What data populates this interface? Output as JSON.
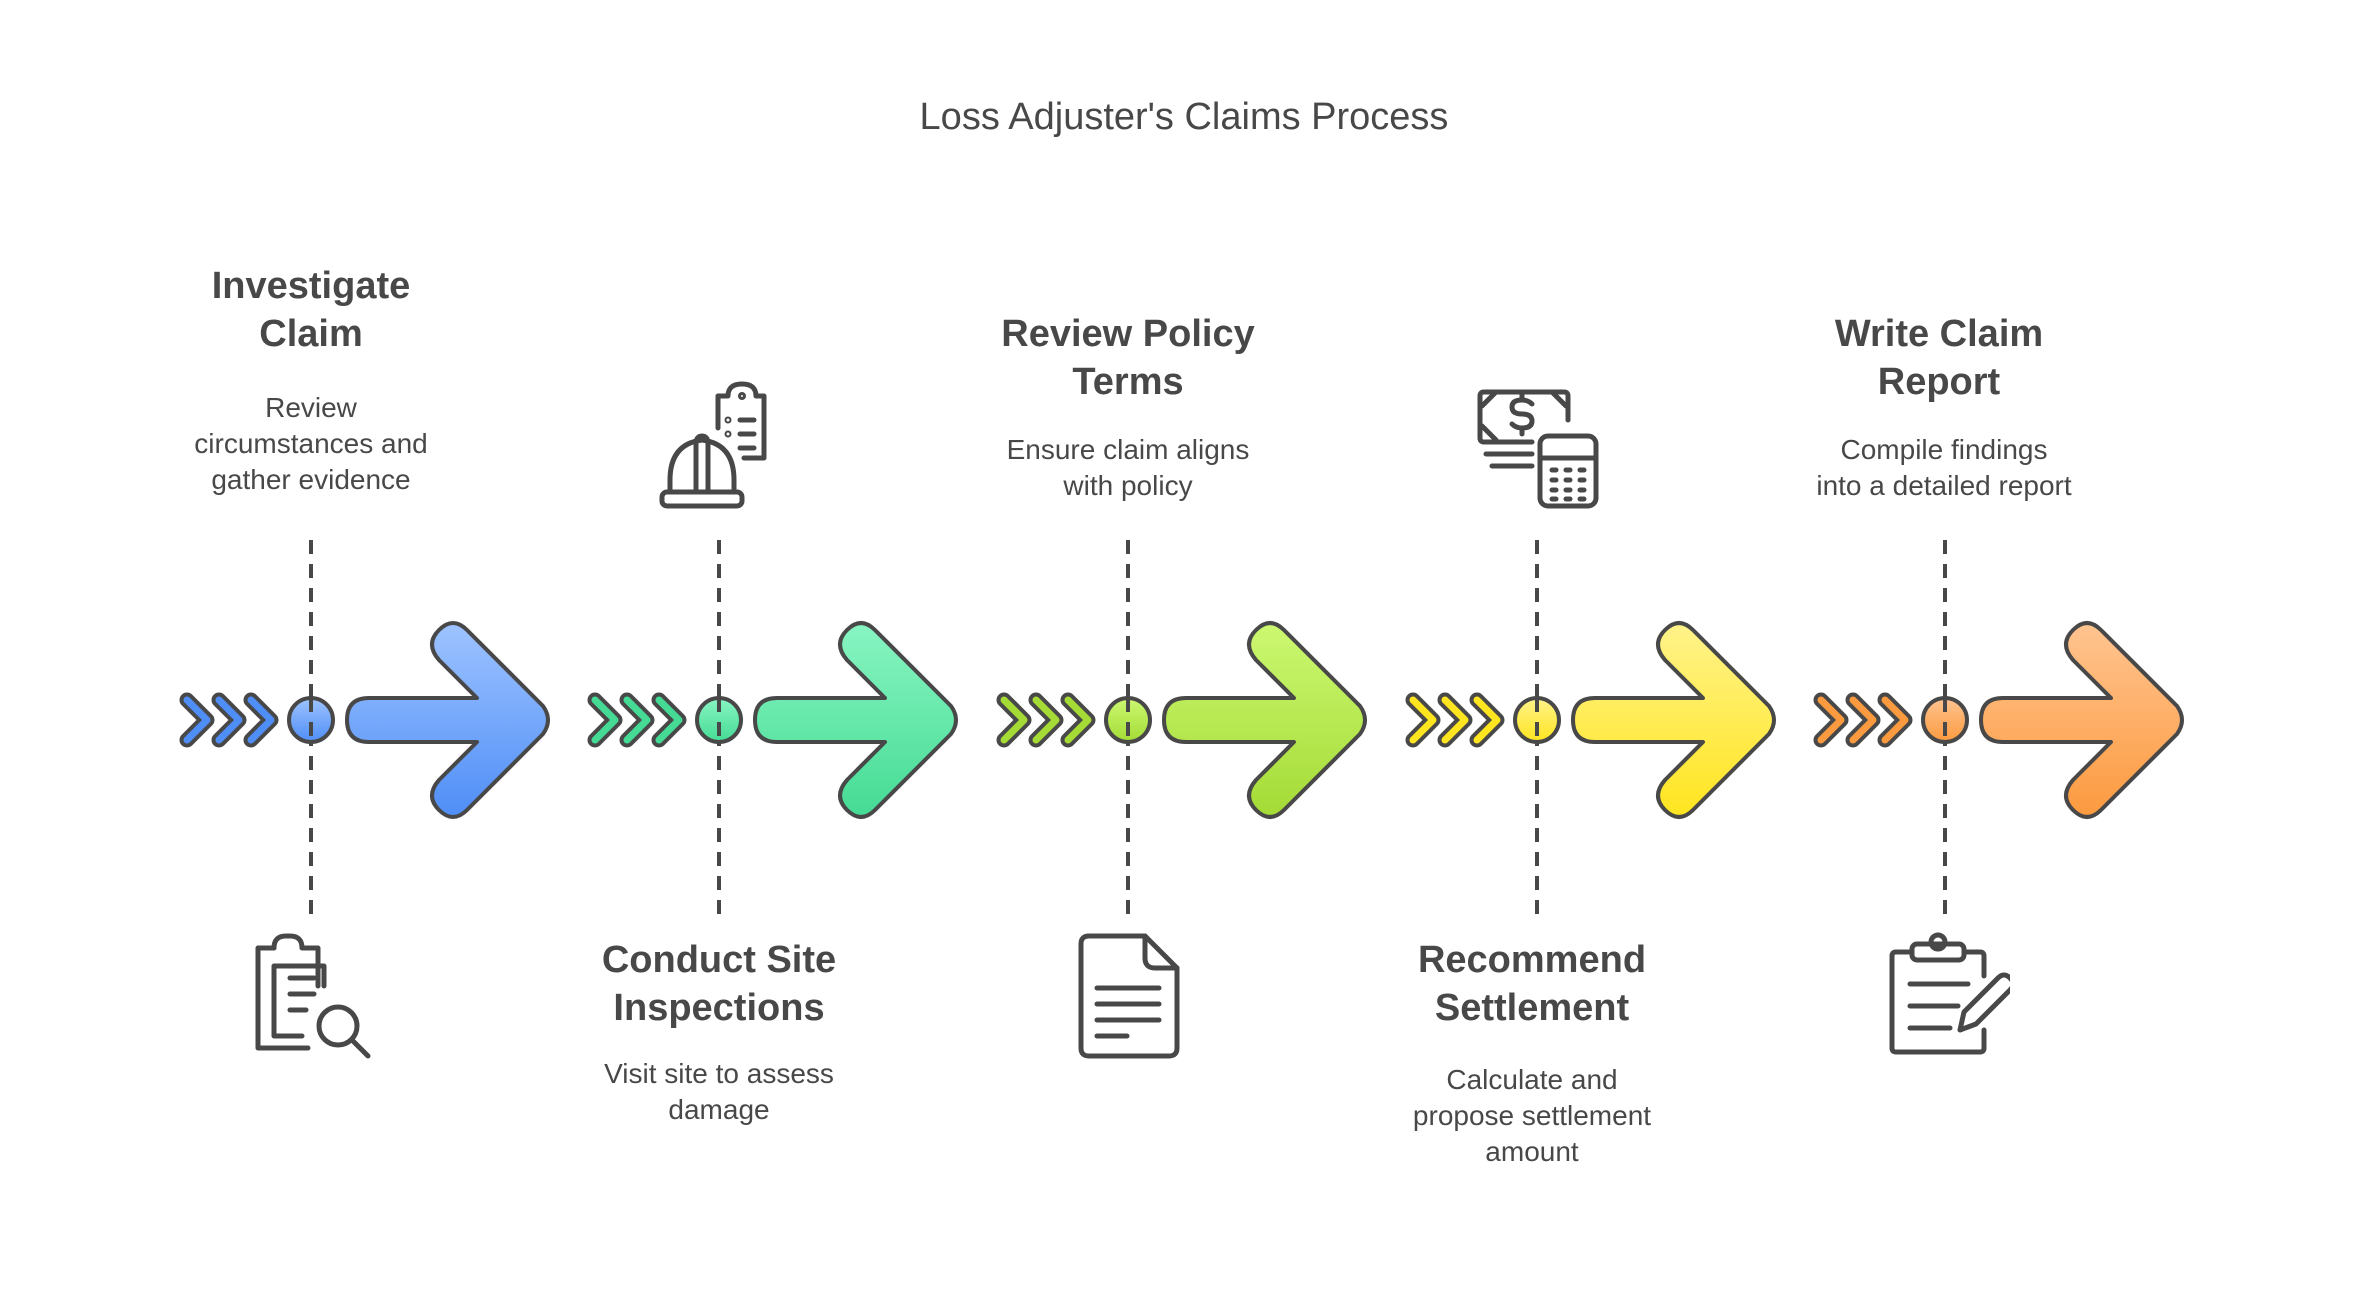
{
  "title": "Loss Adjuster's Claims Process",
  "steps": [
    {
      "heading_line1": "Investigate",
      "heading_line2": "Claim",
      "desc_lines": [
        "Review",
        "circumstances and",
        "gather evidence"
      ],
      "text_position": "top",
      "icon": "clipboard-search-icon",
      "color_light": "#9EC3FF",
      "color_dark": "#4F8EF7"
    },
    {
      "heading_line1": "Conduct Site",
      "heading_line2": "Inspections",
      "desc_lines": [
        "Visit site to assess",
        "damage"
      ],
      "text_position": "bottom",
      "icon": "hardhat-clipboard-icon",
      "color_light": "#88F5C2",
      "color_dark": "#45DB94"
    },
    {
      "heading_line1": "Review Policy",
      "heading_line2": "Terms",
      "desc_lines": [
        "Ensure claim aligns",
        "with policy"
      ],
      "text_position": "top",
      "icon": "document-icon",
      "color_light": "#CCF871",
      "color_dark": "#A4DB36"
    },
    {
      "heading_line1": "Recommend",
      "heading_line2": "Settlement",
      "desc_lines": [
        "Calculate and",
        "propose settlement",
        "amount"
      ],
      "text_position": "bottom",
      "icon": "money-calculator-icon",
      "color_light": "#FFF38A",
      "color_dark": "#FFE51F"
    },
    {
      "heading_line1": "Write Claim",
      "heading_line2": "Report",
      "desc_lines": [
        "Compile findings",
        "into a detailed report"
      ],
      "text_position": "top",
      "icon": "clipboard-pencil-icon",
      "color_light": "#FFC490",
      "color_dark": "#FC9A3F"
    }
  ]
}
